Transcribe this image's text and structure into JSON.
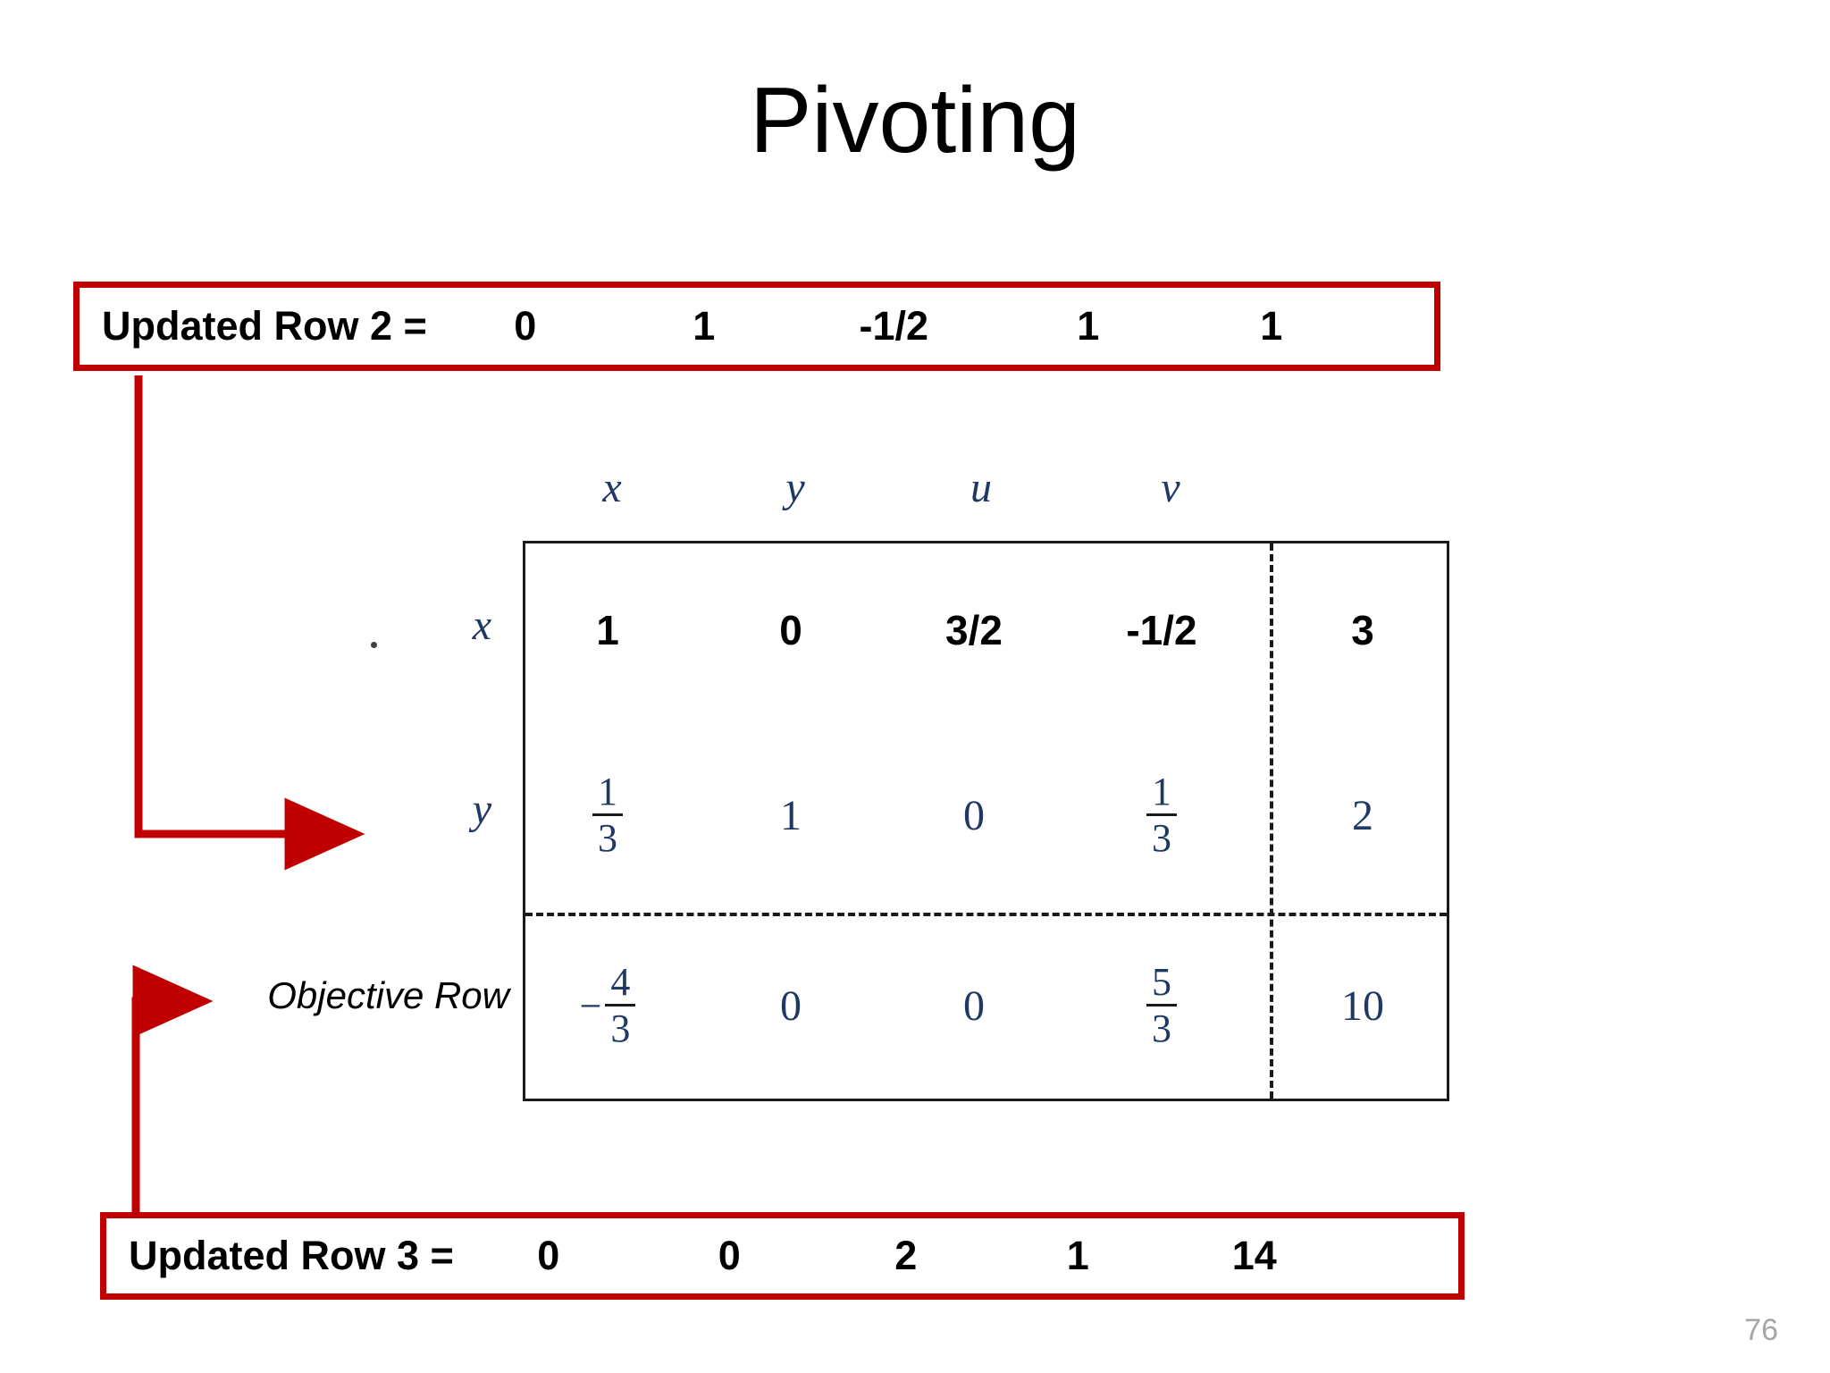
{
  "slide": {
    "title": "Pivoting",
    "page_number": "76",
    "accent_color": "#C00000",
    "math_color": "#1F3864"
  },
  "callouts": [
    {
      "id": "updated-row-2",
      "label": "Updated Row 2 =",
      "values": [
        "0",
        "1",
        "-1/2",
        "1",
        "1"
      ]
    },
    {
      "id": "updated-row-3",
      "label": "Updated Row 3 =",
      "values": [
        "0",
        "0",
        "2",
        "1",
        "14"
      ]
    }
  ],
  "tableau": {
    "column_headers": [
      "x",
      "y",
      "u",
      "v"
    ],
    "row_labels": [
      "x",
      "y"
    ],
    "objective_label": "Objective Row",
    "rows": [
      {
        "label": "x",
        "style": "bold",
        "cells": [
          {
            "type": "plain",
            "text": "1"
          },
          {
            "type": "plain",
            "text": "0"
          },
          {
            "type": "plain",
            "text": "3/2"
          },
          {
            "type": "plain",
            "text": "-1/2"
          }
        ],
        "rhs": {
          "type": "plain",
          "text": "3"
        }
      },
      {
        "label": "y",
        "style": "normal",
        "cells": [
          {
            "type": "fraction",
            "sign": "",
            "num": "1",
            "den": "3"
          },
          {
            "type": "plain",
            "text": "1"
          },
          {
            "type": "plain",
            "text": "0"
          },
          {
            "type": "fraction",
            "sign": "",
            "num": "1",
            "den": "3"
          }
        ],
        "rhs": {
          "type": "plain",
          "text": "2"
        }
      },
      {
        "label": "Objective Row",
        "style": "normal",
        "cells": [
          {
            "type": "fraction",
            "sign": "−",
            "num": "4",
            "den": "3"
          },
          {
            "type": "plain",
            "text": "0"
          },
          {
            "type": "plain",
            "text": "0"
          },
          {
            "type": "fraction",
            "sign": "",
            "num": "5",
            "den": "3"
          }
        ],
        "rhs": {
          "type": "plain",
          "text": "10"
        }
      }
    ]
  },
  "arrows": {
    "to_y_row": "arrow pointing right into the y row",
    "to_objective_row": "arrow pointing right into the Objective Row label"
  }
}
